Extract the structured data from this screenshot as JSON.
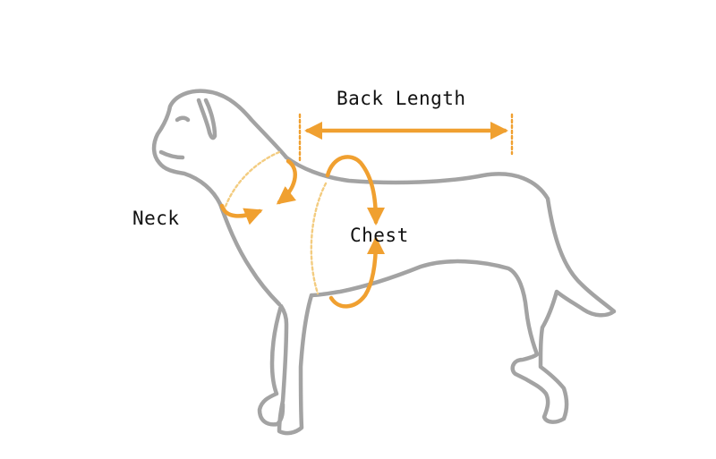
{
  "labels": {
    "back_length": "Back Length",
    "neck": "Neck",
    "chest": "Chest"
  },
  "colors": {
    "outline": "#a3a3a3",
    "measure": "#f0a030",
    "guide": "#f3cc80",
    "text": "#111111"
  }
}
